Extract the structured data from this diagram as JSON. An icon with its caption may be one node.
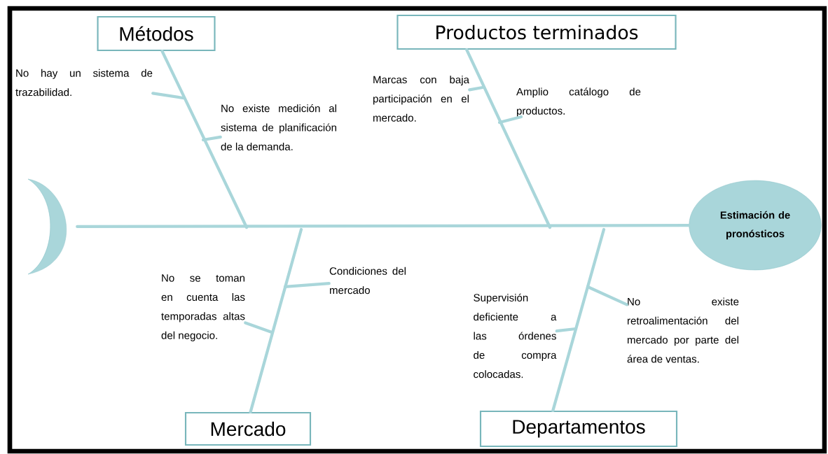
{
  "diagram": {
    "nodes": [
      {
        "text": [
          "Métodos"
        ]
      },
      {
        "text": [
          "Productos terminados"
        ]
      },
      {
        "text": [
          "Mercado"
        ]
      },
      {
        "text": [
          "Departamentos"
        ]
      },
      {
        "text": [
          "Estimación de pronósticos"
        ]
      },
      {
        "text": [],
        "shape": "crescent"
      },
      {
        "text": [
          "No hay un sistema de trazabilidad."
        ]
      },
      {
        "text": [
          "No existe medición al sistema de planificación de la demanda."
        ]
      },
      {
        "text": [
          "Marcas con baja participación en el mercado."
        ]
      },
      {
        "text": [
          "Amplio catálogo de productos."
        ]
      },
      {
        "text": [
          "No se toman en cuenta las temporadas altas del negocio."
        ]
      },
      {
        "text": [
          "Condiciones del mercado"
        ]
      },
      {
        "text": [
          "Supervisión deficiente a las órdenes de compra colocadas."
        ]
      },
      {
        "text": [
          "No existe retroalimentación del mercado por parte del área de ventas."
        ]
      }
    ],
    "edges": [
      {
        "from": 5,
        "to": 4,
        "arrow": "none"
      },
      {
        "from": 0,
        "to": null,
        "arrow": "none"
      },
      {
        "from": 1,
        "to": null,
        "arrow": "none"
      },
      {
        "from": 2,
        "to": null,
        "arrow": "none"
      },
      {
        "from": 3,
        "to": null,
        "arrow": "none"
      },
      {
        "from": 6,
        "to": null,
        "arrow": "none"
      },
      {
        "from": 7,
        "to": null,
        "arrow": "none"
      },
      {
        "from": 8,
        "to": null,
        "arrow": "none"
      },
      {
        "from": 9,
        "to": null,
        "arrow": "none"
      },
      {
        "from": 10,
        "to": null,
        "arrow": "none"
      },
      {
        "from": 11,
        "to": null,
        "arrow": "none"
      },
      {
        "from": 12,
        "to": null,
        "arrow": "none"
      },
      {
        "from": 13,
        "to": null,
        "arrow": "none"
      }
    ]
  }
}
